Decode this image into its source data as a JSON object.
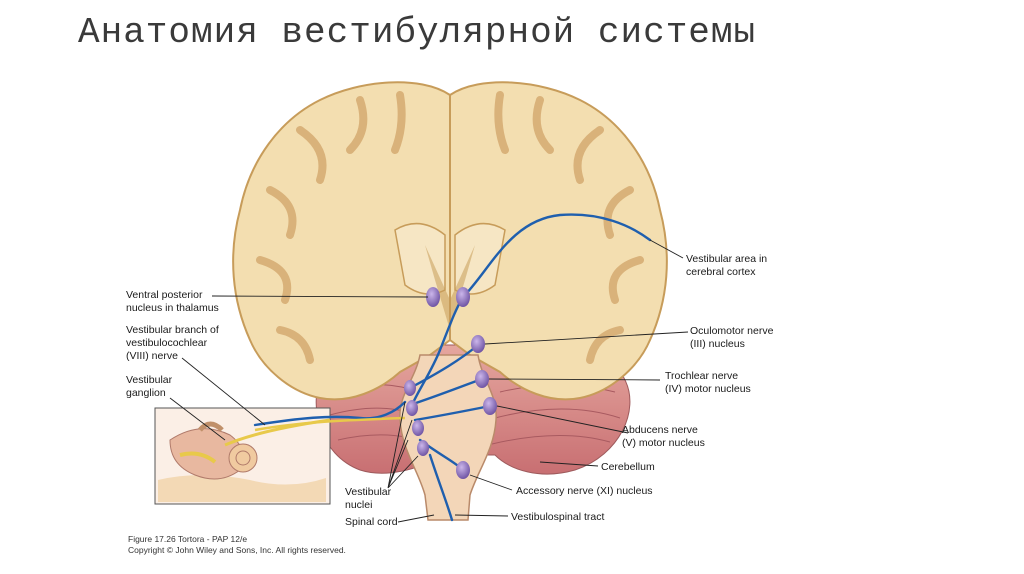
{
  "slide": {
    "title": "Анатомия вестибулярной системы"
  },
  "labels": {
    "vestibular_area": [
      "Vestibular area in",
      "cerebral cortex"
    ],
    "ventral_posterior": [
      "Ventral posterior",
      "nucleus in thalamus"
    ],
    "vestibular_branch": [
      "Vestibular branch of",
      "vestibulocochlear",
      "(VIII) nerve"
    ],
    "vestibular_ganglion": [
      "Vestibular",
      "ganglion"
    ],
    "oculomotor": [
      "Oculomotor nerve",
      "(III) nucleus"
    ],
    "trochlear": [
      "Trochlear nerve",
      "(IV) motor nucleus"
    ],
    "abducens": [
      "Abducens nerve",
      "(V) motor nucleus"
    ],
    "cerebellum": "Cerebellum",
    "accessory": "Accessory nerve (XI) nucleus",
    "vestibular_nuclei": [
      "Vestibular",
      "nuclei"
    ],
    "spinal_cord": "Spinal cord",
    "vestibulospinal": "Vestibulospinal tract"
  },
  "caption": {
    "line1": "Figure 17.26  Tortora - PAP 12/e",
    "line2": "Copyright © John Wiley and Sons, Inc. All rights reserved."
  },
  "colors": {
    "brain_fill": "#f3deb0",
    "brain_dark": "#d9b27a",
    "pathway": "#1f5fae",
    "nucleus": "#8a6bb8",
    "cerebellum": "#d98f8f",
    "nerve": "#e8c94a"
  }
}
